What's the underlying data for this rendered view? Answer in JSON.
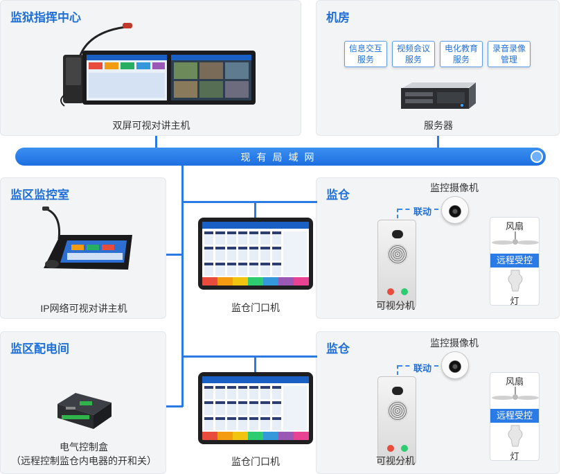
{
  "bus": {
    "label": "现有局域网"
  },
  "top_left": {
    "title": "监狱指挥中心",
    "device": "双屏可视对讲主机"
  },
  "top_right": {
    "title": "机房",
    "services": [
      {
        "line1": "信息交互",
        "line2": "服务"
      },
      {
        "line1": "视频会议",
        "line2": "服务"
      },
      {
        "line1": "电化教育",
        "line2": "服务"
      },
      {
        "line1": "录音录像",
        "line2": "管理"
      }
    ],
    "device": "服务器"
  },
  "monitor_room": {
    "title": "监区监控室",
    "device": "IP网络可视对讲主机"
  },
  "power_room": {
    "title": "监区配电间",
    "device_line1": "电气控制盒",
    "device_line2": "（远程控制监仓内电器的开和关）"
  },
  "door_terminal_1": {
    "label": "监仓门口机"
  },
  "door_terminal_2": {
    "label": "监仓门口机"
  },
  "cell_1": {
    "title": "监仓",
    "camera": "监控摄像机",
    "link": "联动",
    "intercom": "可视分机",
    "fan": "风扇",
    "remote": "远程受控",
    "light": "灯"
  },
  "cell_2": {
    "title": "监仓",
    "camera": "监控摄像机",
    "link": "联动",
    "intercom": "可视分机",
    "fan": "风扇",
    "remote": "远程受控",
    "light": "灯"
  },
  "colors": {
    "accent": "#1f6fd6",
    "bus": "#2b7ae4"
  }
}
